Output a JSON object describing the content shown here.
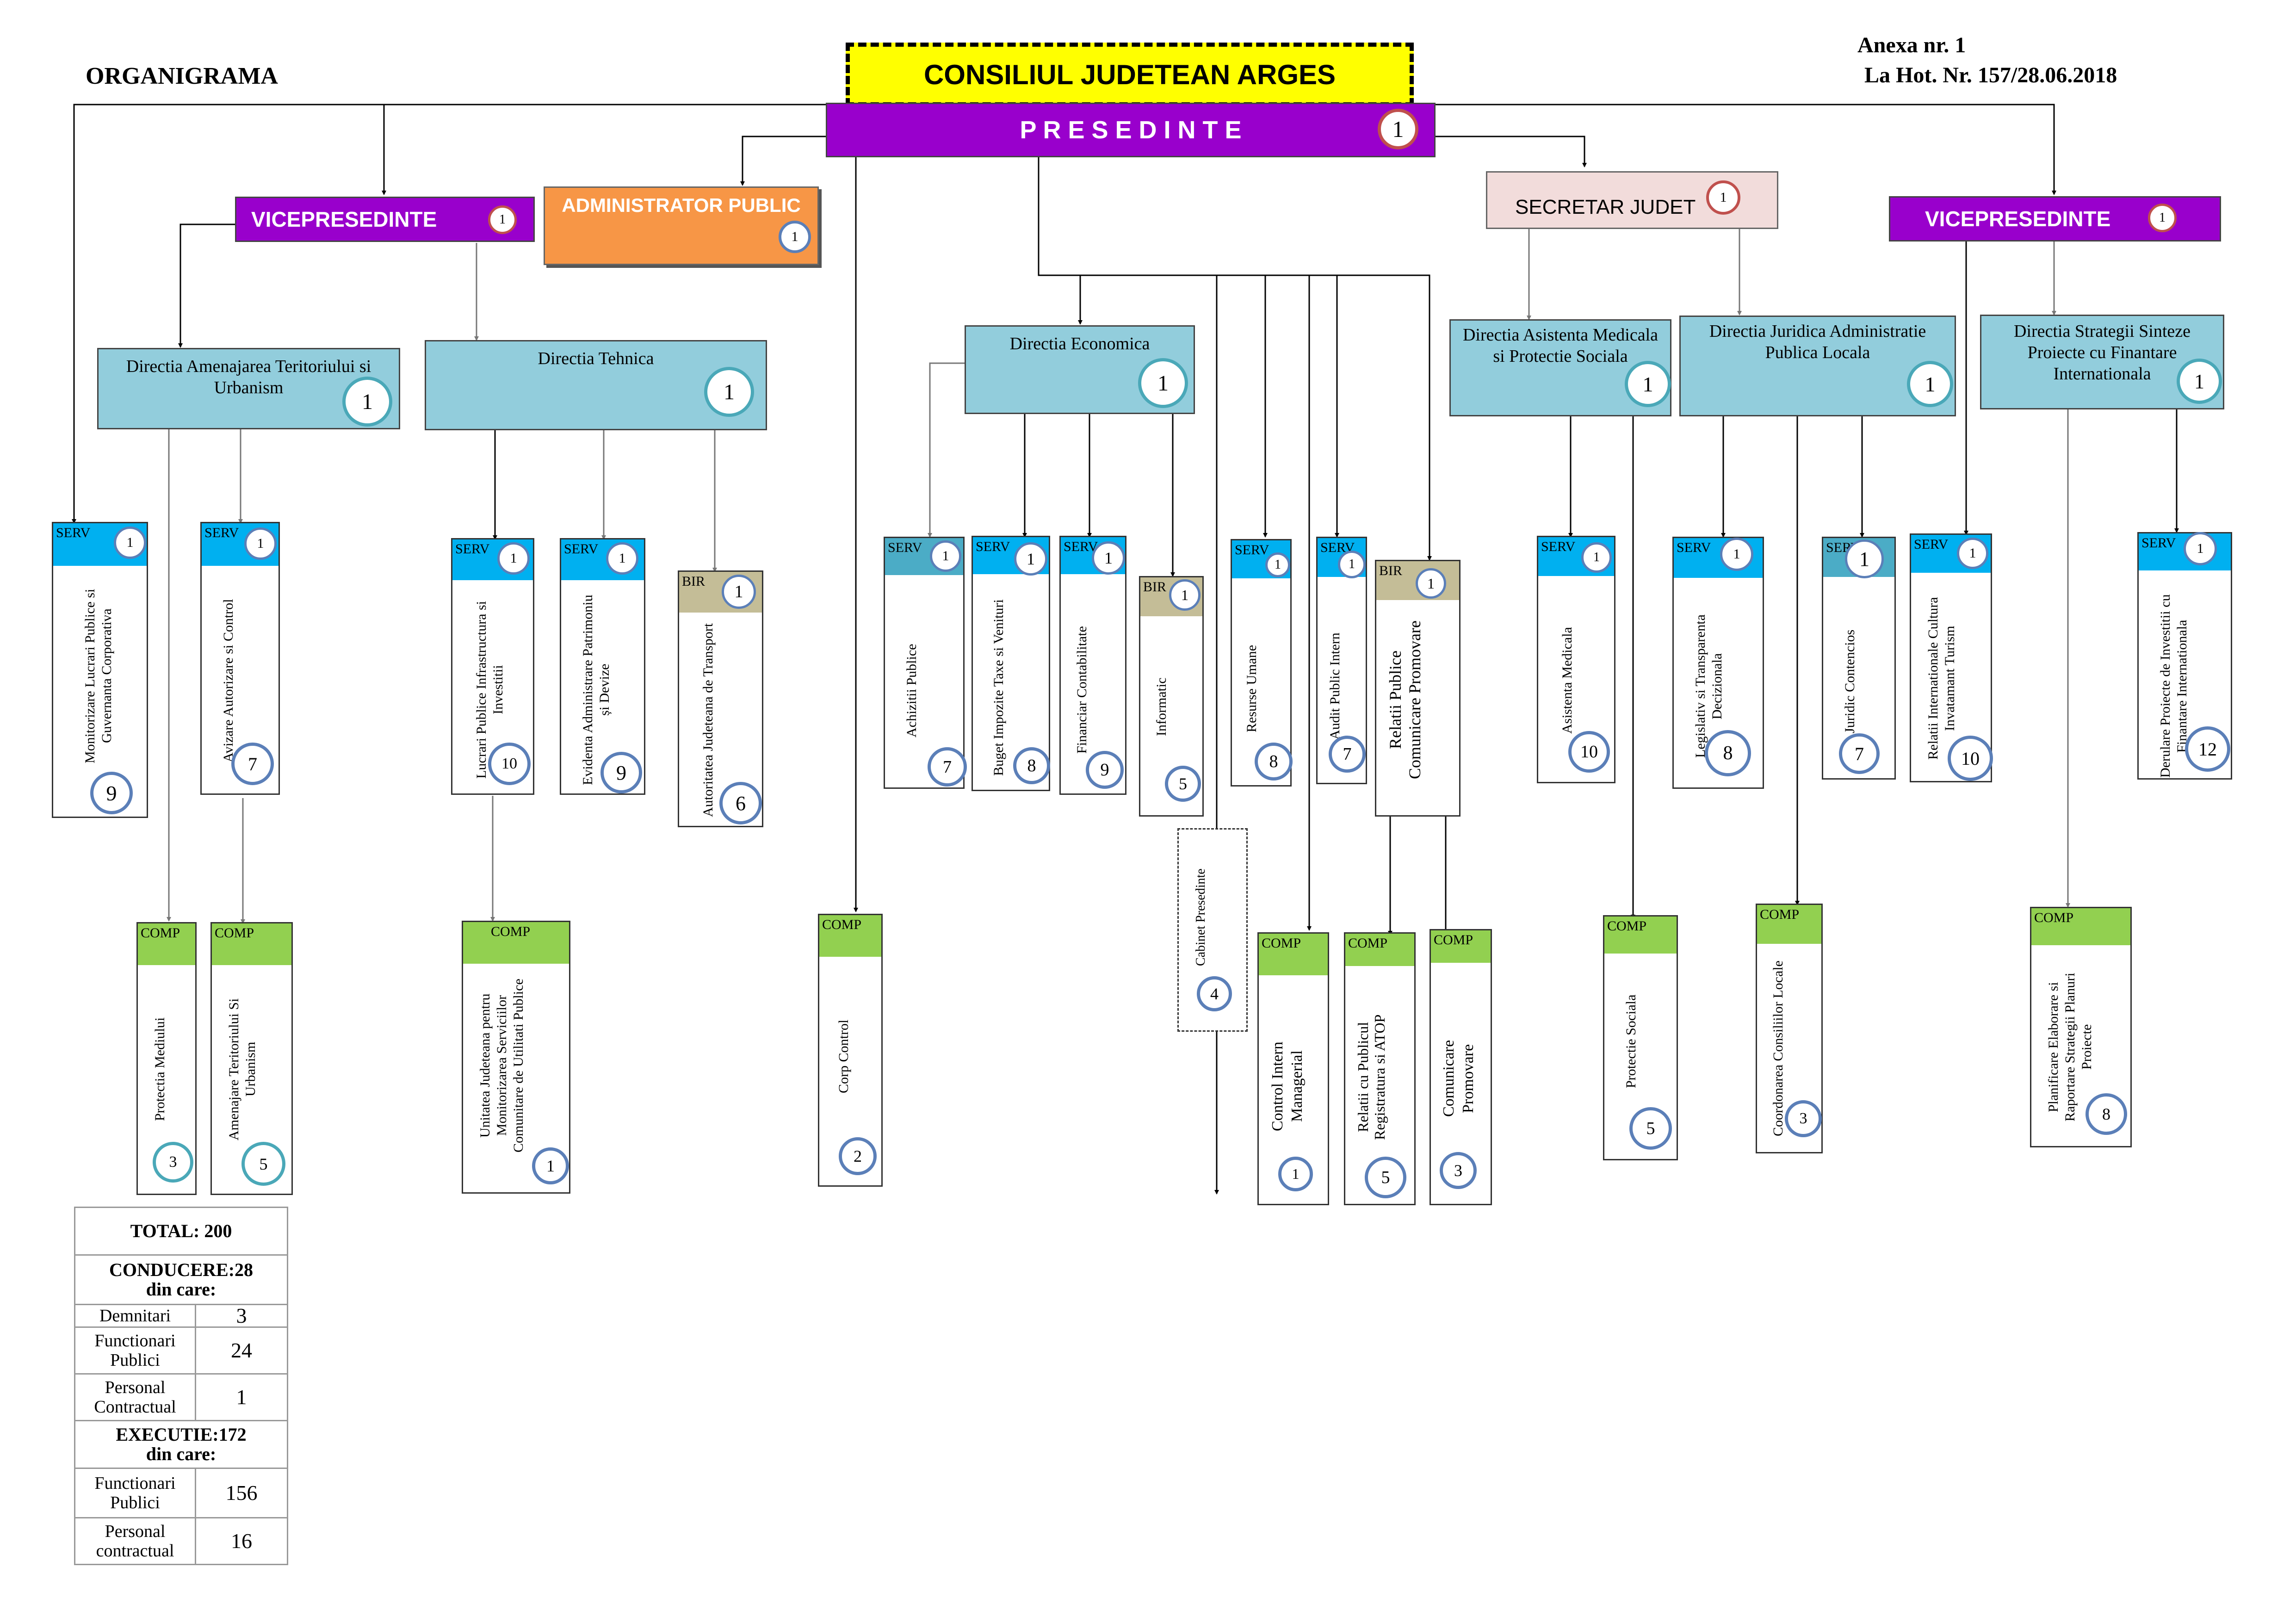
{
  "header": {
    "left_title": "ORGANIGRAMA",
    "center_title": "CONSILIUL JUDETEAN ARGES",
    "annex": "Anexa nr. 1",
    "decision": "La Hot. Nr. 157/28.06.2018"
  },
  "leaders": {
    "presedinte": {
      "label": "P R E S E D I N T E",
      "count": "1"
    },
    "vice_left": {
      "label": "VICEPRESEDINTE",
      "count": "1"
    },
    "administrator": {
      "label": "ADMINISTRATOR PUBLIC",
      "count": "1"
    },
    "secretar": {
      "label": "SECRETAR JUDET",
      "count": "1"
    },
    "vice_right": {
      "label": "VICEPRESEDINTE",
      "count": "1"
    }
  },
  "directions": {
    "amenajare": {
      "label": "Directia Amenajarea Teritoriului si Urbanism",
      "count": "1"
    },
    "tehnica": {
      "label": "Directia Tehnica",
      "count": "1"
    },
    "economica": {
      "label": "Directia Economica",
      "count": "1"
    },
    "asistenta": {
      "label": "Directia Asistenta Medicala si Protectie Sociala",
      "count": "1"
    },
    "juridica": {
      "label": "Directia Juridica Administratie Publica  Locala",
      "count": "1"
    },
    "strategii": {
      "label": "Directia Strategii Sinteze Proiecte cu Finantare Internationala",
      "count": "1"
    }
  },
  "units": {
    "monitorizare": {
      "type": "SERV",
      "head": "1",
      "label": "Monitorizare Lucrari Publice si Guvernanta Corporativa",
      "count": "9"
    },
    "avizare": {
      "type": "SERV",
      "head": "1",
      "label": "Avizare Autorizare si Control",
      "count": "7"
    },
    "lucrari": {
      "type": "SERV",
      "head": "1",
      "label": "Lucrari Publice Infrastructura si Investitii",
      "count": "10"
    },
    "evidenta": {
      "type": "SERV",
      "head": "1",
      "label": "Evidenta  Administrare Patrimoniu și Devize",
      "count": "9"
    },
    "autoritatea": {
      "type": "BIR",
      "head": "1",
      "label": "Autoritatea Judeteana de Transport",
      "count": "6"
    },
    "achizitii": {
      "type": "SERV",
      "head": "1",
      "label": "Achizitii Publice",
      "count": "7"
    },
    "buget": {
      "type": "SERV",
      "head": "1",
      "label": "Buget Impozite Taxe si Venituri",
      "count": "8"
    },
    "financiar": {
      "type": "SERV",
      "head": "1",
      "label": "Financiar Contabilitate",
      "count": "9"
    },
    "informatic": {
      "type": "BIR",
      "head": "1",
      "label": "Informatic",
      "count": "5"
    },
    "resurse": {
      "type": "SERV",
      "head": "1",
      "label": "Resurse Umane",
      "count": "8"
    },
    "audit": {
      "type": "SERV",
      "head": "1",
      "label": "Audit Public Intern",
      "count": "7"
    },
    "relatii_publice": {
      "type": "BIR",
      "head": "1",
      "label": "Relatii  Publice Comunicare Promovare",
      "count": ""
    },
    "asistenta_med": {
      "type": "SERV",
      "head": "1",
      "label": "Asistenta Medicala",
      "count": "10"
    },
    "legislativ": {
      "type": "SERV",
      "head": "1",
      "label": "Legislativ si Transparenta Decizionala",
      "count": "8"
    },
    "juridic": {
      "type": "SERV",
      "head": "1",
      "label": "Juridic Contencios",
      "count": "7"
    },
    "relatii_int": {
      "type": "SERV",
      "head": "1",
      "label": "Relatii Internationale Cultura Invatamant Turism",
      "count": "10"
    },
    "derulare": {
      "type": "SERV",
      "head": "1",
      "label": "Derulare Proiecte de Investitii cu Finantare  Internationala",
      "count": "12"
    },
    "cabinet": {
      "label": "Cabinet Presedinte",
      "count": "4"
    },
    "protectia_mediului": {
      "type": "COMP",
      "label": "Protectia  Mediului",
      "count": "3"
    },
    "amenajare_comp": {
      "type": "COMP",
      "label": "Amenajare Teritoriului Si Urbanism",
      "count": "5"
    },
    "unitatea": {
      "type": "COMP",
      "label": "Unitatea Judeteana pentru Monitorizarea Serviciilor Comunitare de Utilitati Publice",
      "count": "1"
    },
    "corp_control": {
      "type": "COMP",
      "label": "Corp Control",
      "count": "2"
    },
    "control_intern": {
      "type": "COMP",
      "label": "Control Intern Managerial",
      "count": "1"
    },
    "relatii_cu_publicul": {
      "type": "COMP",
      "label": "Relatii cu Publicul Registratura  si ATOP",
      "count": "5"
    },
    "comunicare": {
      "type": "COMP",
      "label": "Comunicare Promovare",
      "count": "3"
    },
    "protectie_sociala": {
      "type": "COMP",
      "label": "Protectie Sociala",
      "count": "5"
    },
    "coordonarea": {
      "type": "COMP",
      "label": "Coordonarea Consiliilor Locale",
      "count": "3"
    },
    "planificare": {
      "type": "COMP",
      "label": "Planificare Elaborare si Raportare  Strategii Planuri Proiecte",
      "count": "8"
    }
  },
  "totals": {
    "total": "TOTAL: 200",
    "conducere": "CONDUCERE:28",
    "din_care_1": "din care:",
    "demnitari_label": "Demnitari",
    "demnitari": "3",
    "fp_label": "Functionari Publici",
    "fp": "24",
    "pc_label": "Personal Contractual",
    "pc": "1",
    "executie": "EXECUTIE:172",
    "din_care_2": "din care:",
    "fp2_label": "Functionari Publici",
    "fp2": "156",
    "pc2_label": "Personal contractual",
    "pc2": "16"
  },
  "colors": {
    "presedinte": "#9900cc",
    "title_box": "#ffff00",
    "administrator": "#f79646",
    "secretar": "#f2dcdb",
    "direction": "#92cddc",
    "serv": "#00b0f0",
    "bir": "#c4bd97",
    "comp": "#92d050"
  }
}
